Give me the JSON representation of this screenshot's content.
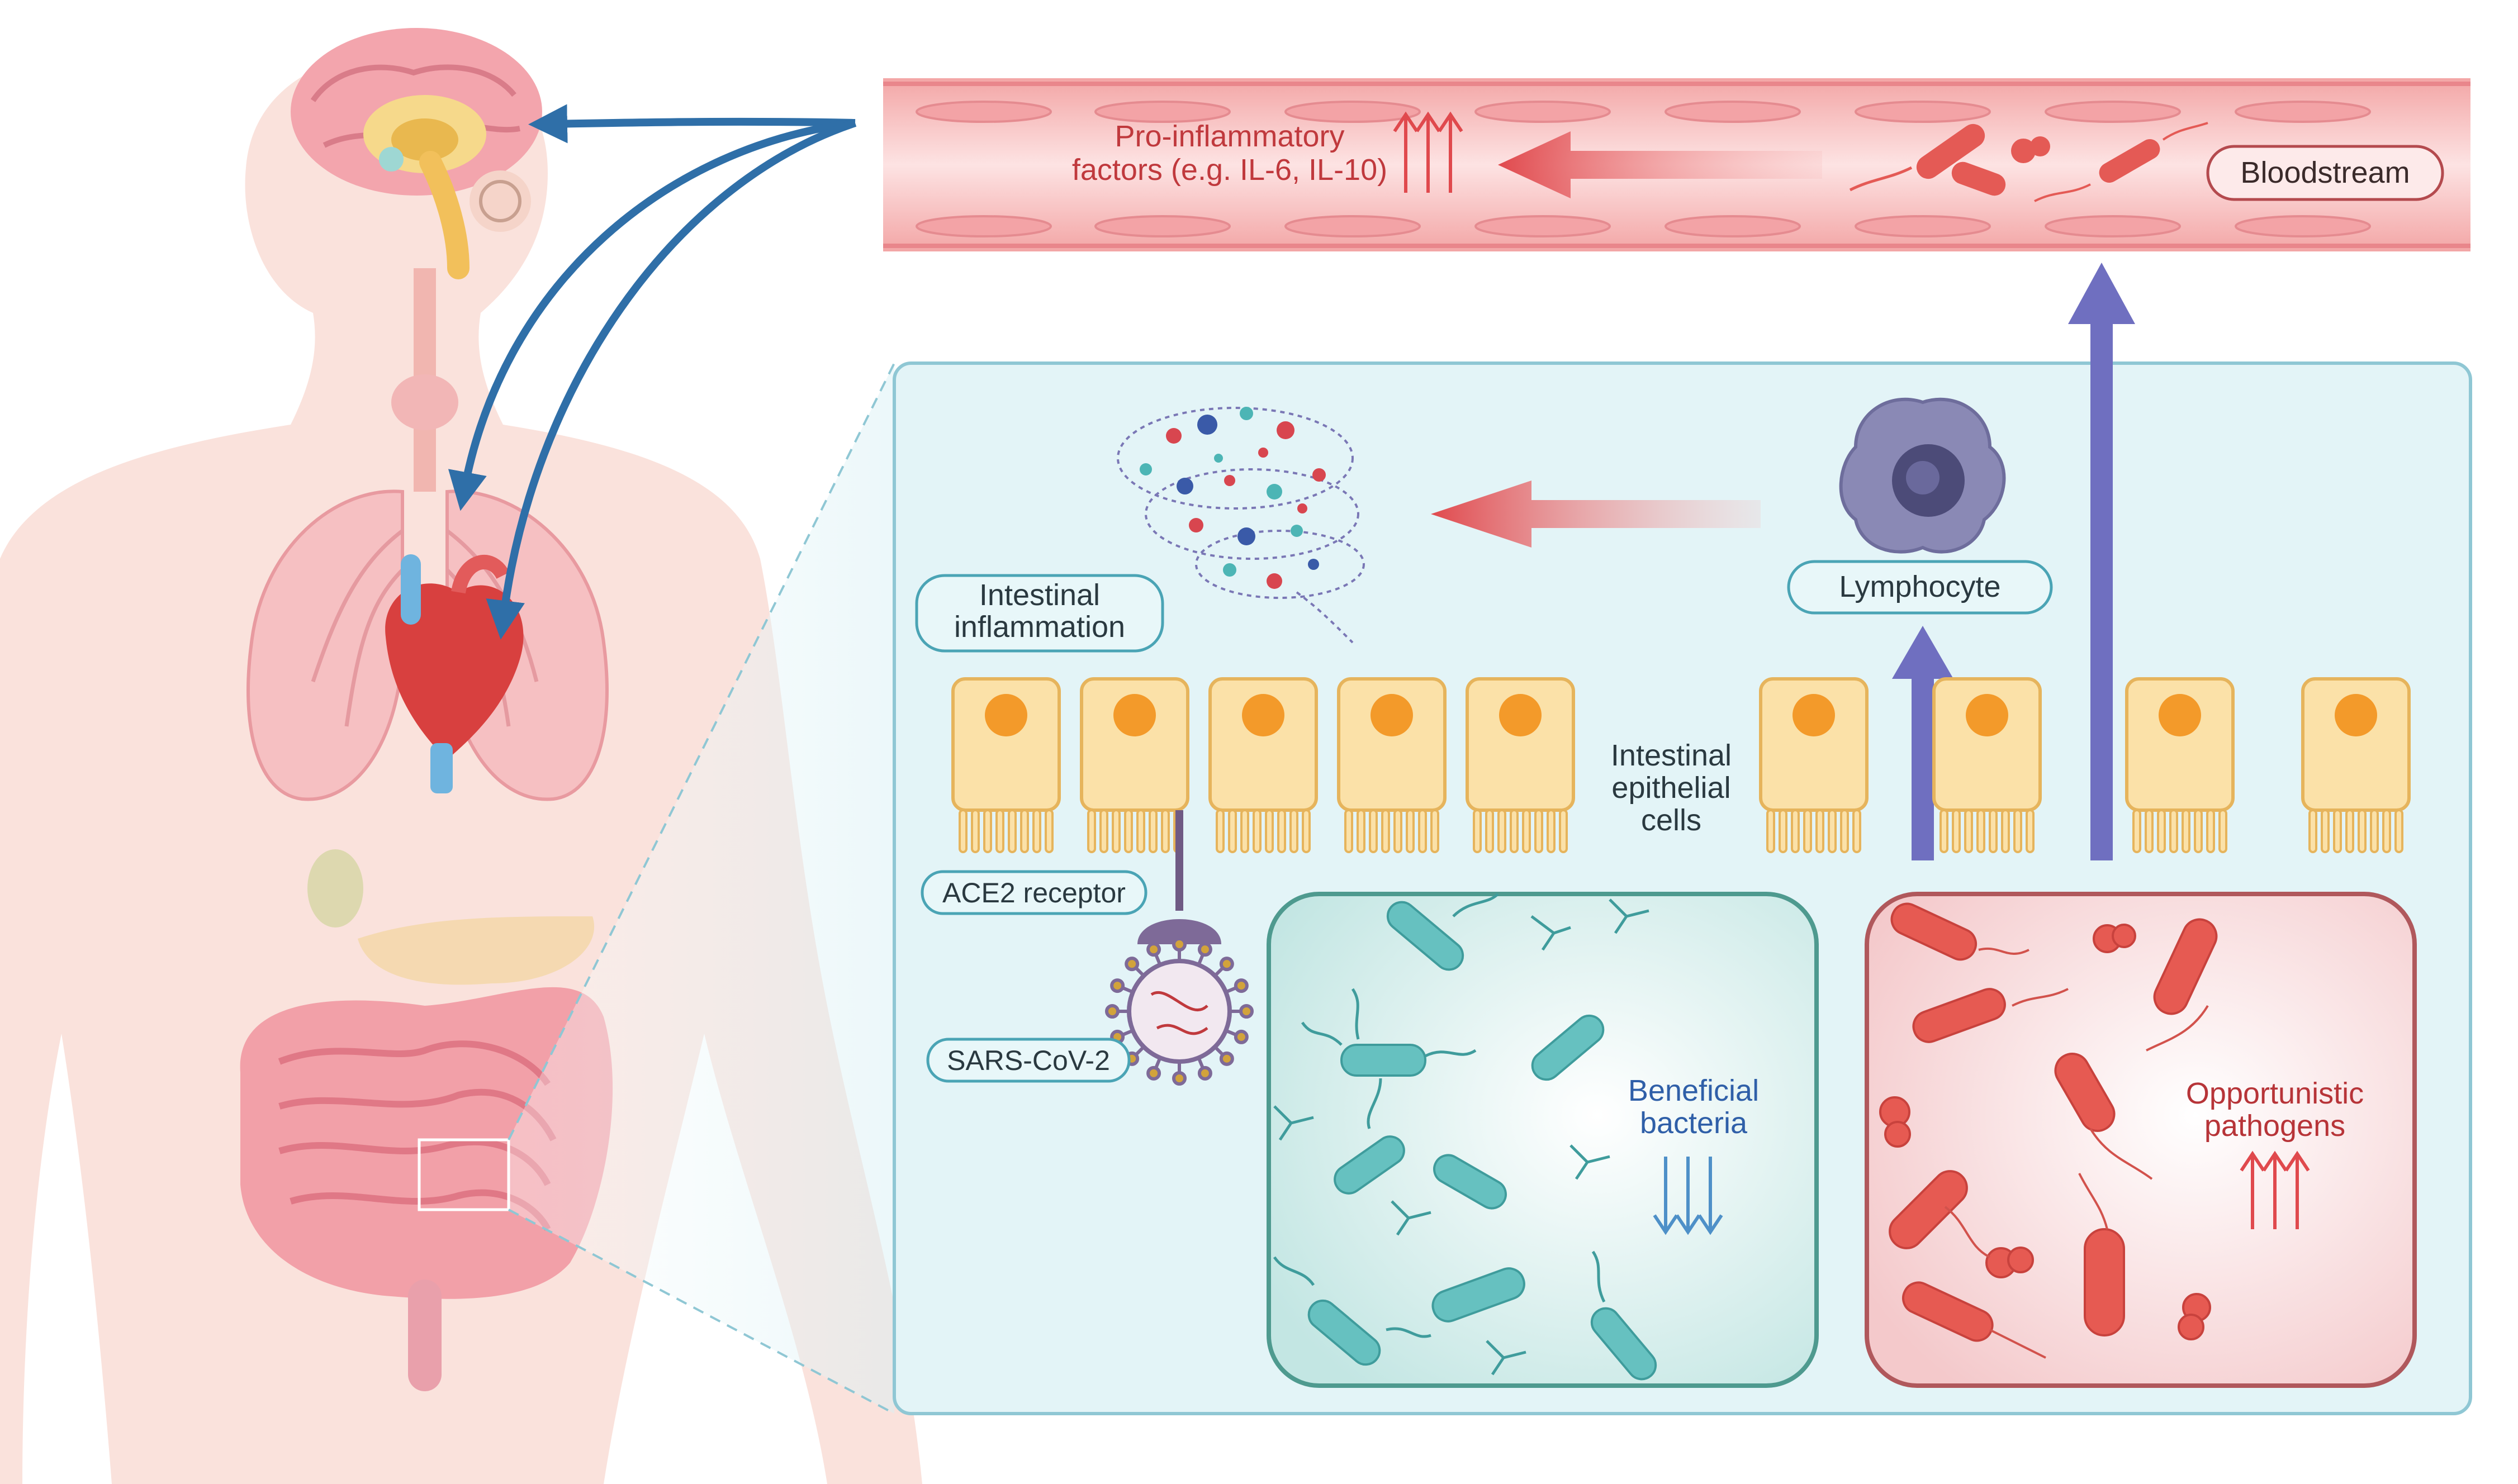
{
  "bloodstream": {
    "label": "Bloodstream",
    "factors_line1": "Pro-inflammatory",
    "factors_line2": "factors (e.g. IL-6, IL-10)"
  },
  "gut": {
    "inflammation_line1": "Intestinal",
    "inflammation_line2": "inflammation",
    "lymphocyte": "Lymphocyte",
    "epithelial_line1": "Intestinal",
    "epithelial_line2": "epithelial",
    "epithelial_line3": "cells",
    "ace2": "ACE2 receptor",
    "virus": "SARS-CoV-2",
    "beneficial_line1": "Beneficial",
    "beneficial_line2": "bacteria",
    "pathogens_line1": "Opportunistic",
    "pathogens_line2": "pathogens"
  },
  "colors": {
    "blood_red": "#e05a5e",
    "arrow_blue": "#2f6fa8",
    "arrow_purple": "#6f6fc0",
    "panel_teal": "#e3f4f7",
    "beneficial_teal": "#5fbcbc",
    "pathogen_red": "#e65a52",
    "body_skin": "#f7d8d2"
  }
}
